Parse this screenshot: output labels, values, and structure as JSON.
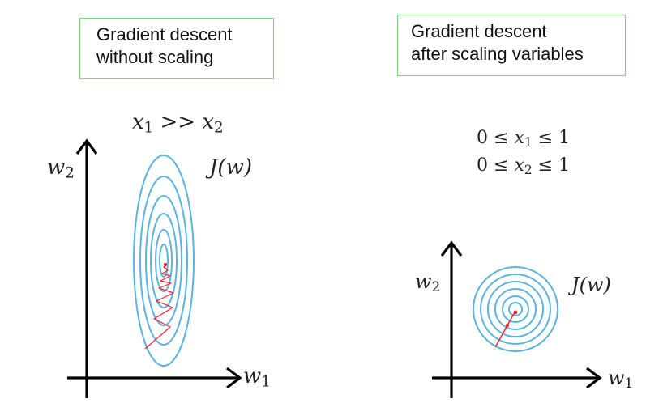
{
  "left_panel": {
    "title_lines": [
      "Gradient descent",
      "without scaling"
    ],
    "condition": {
      "a": "x",
      "a_sub": "1",
      "op": ">>",
      "b": "x",
      "b_sub": "2"
    },
    "cost_label": "J(w)",
    "y_axis": {
      "var": "w",
      "sub": "2"
    },
    "x_axis": {
      "var": "w",
      "sub": "1"
    }
  },
  "right_panel": {
    "title_lines": [
      "Gradient descent",
      "after scaling variables"
    ],
    "condition_1": {
      "low": "0",
      "op1": "≤",
      "var": "x",
      "sub": "1",
      "op2": "≤",
      "high": "1"
    },
    "condition_2": {
      "low": "0",
      "op1": "≤",
      "var": "x",
      "sub": "2",
      "op2": "≤",
      "high": "1"
    },
    "cost_label": "J(w)",
    "y_axis": {
      "var": "w",
      "sub": "2"
    },
    "x_axis": {
      "var": "w",
      "sub": "1"
    }
  },
  "colors": {
    "contour": "#5ab4e0",
    "path": "#ee2233",
    "axis": "#000000",
    "box_border": "#7ed17e"
  }
}
